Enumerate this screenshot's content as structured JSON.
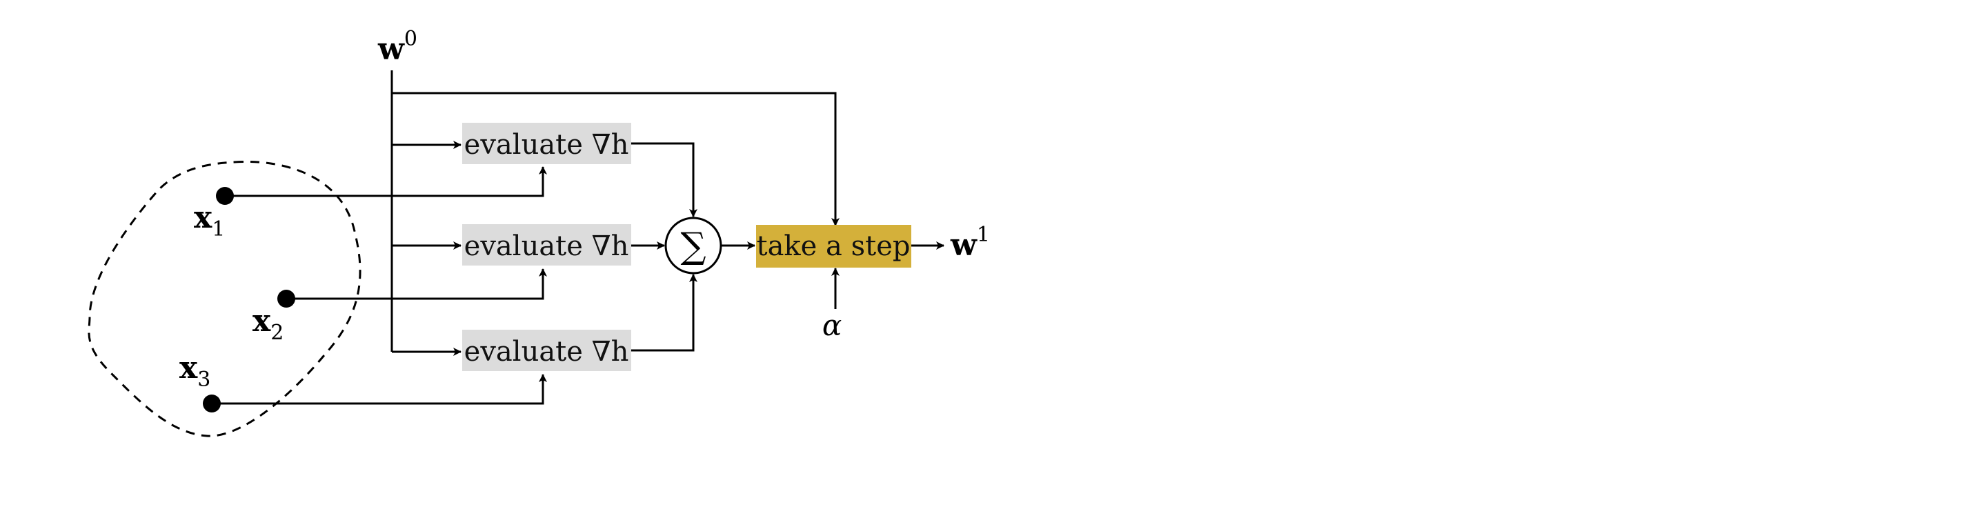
{
  "diagram": {
    "input_weight": {
      "symbol": "w",
      "superscript": "0"
    },
    "output_weight": {
      "symbol": "w",
      "superscript": "1"
    },
    "data_points": [
      {
        "symbol": "x",
        "subscript": "1"
      },
      {
        "symbol": "x",
        "subscript": "2"
      },
      {
        "symbol": "x",
        "subscript": "3"
      }
    ],
    "evaluate_boxes": [
      {
        "label": "evaluate ∇h"
      },
      {
        "label": "evaluate ∇h"
      },
      {
        "label": "evaluate ∇h"
      }
    ],
    "sum_symbol": "∑",
    "step_box": {
      "label": "take a step"
    },
    "step_size_symbol": "α",
    "colors": {
      "evaluate_box_fill": "#dcdcdc",
      "step_box_fill": "#d4b03a",
      "line": "#000000"
    }
  }
}
